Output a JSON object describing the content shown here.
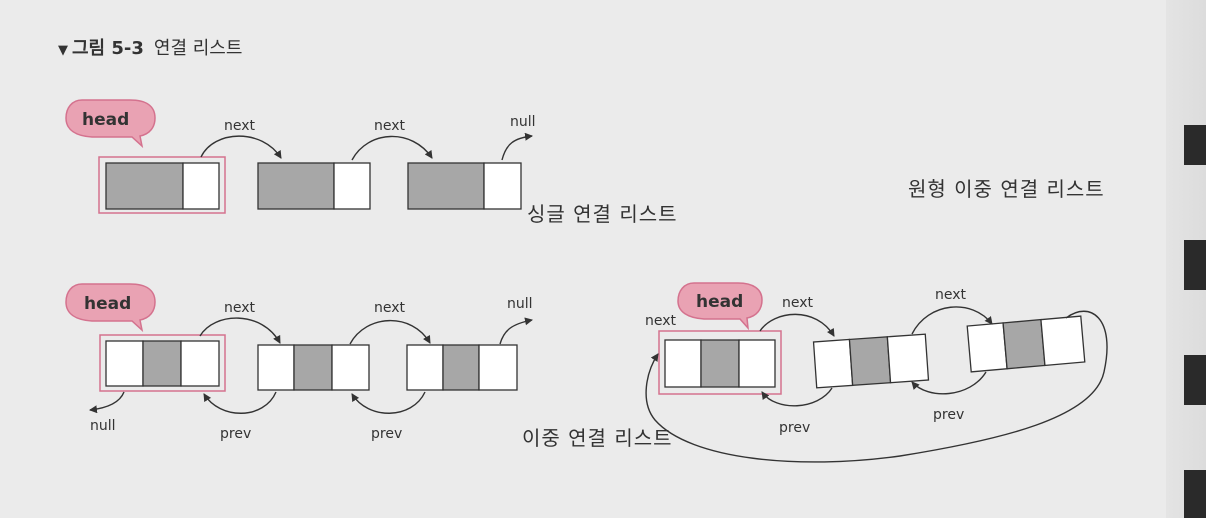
{
  "figure": {
    "title_marker": "▼",
    "title_number": "그림 5-3",
    "title_text": "연결 리스트"
  },
  "labels": {
    "head": "head",
    "next": "next",
    "prev": "prev",
    "null": "null"
  },
  "captions": {
    "singly": "싱글 연결 리스트",
    "doubly": "이중 연결 리스트",
    "circular": "원형 이중 연결 리스트"
  },
  "colors": {
    "head_bubble": "#e9a2b3",
    "head_border": "#d4728e",
    "node_fill": "#a7a7a7",
    "node_border": "#333333"
  }
}
